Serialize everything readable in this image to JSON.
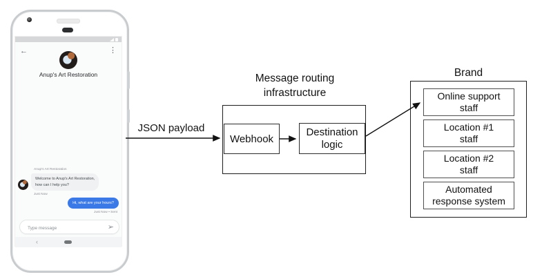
{
  "phone": {
    "status_bar": {
      "icons": [
        "signal-icon",
        "battery-icon"
      ]
    },
    "chat": {
      "header": {
        "title": "Anup's Art Restoration",
        "back_glyph": "←",
        "menu_glyph": "⋮"
      },
      "incoming": {
        "sender": "Anup's Art Restoration",
        "line1": "Welcome to Anup's Art Restoration,",
        "line2": "how can I help you?",
        "timestamp": "Just Now"
      },
      "outgoing": {
        "message": "Hi, what are your hours?",
        "timestamp": "Just Now • Sent"
      },
      "composer": {
        "placeholder": "Type message",
        "send_glyph": "➢"
      },
      "nav": {
        "back_glyph": "‹"
      }
    }
  },
  "diagram": {
    "payload_label": "JSON payload",
    "routing": {
      "title_line1": "Message routing",
      "title_line2": "infrastructure",
      "webhook_label": "Webhook",
      "destination_line1": "Destination",
      "destination_line2": "logic"
    },
    "brand": {
      "title": "Brand",
      "items": [
        {
          "line1": "Online support",
          "line2": "staff"
        },
        {
          "line1": "Location #1",
          "line2": "staff"
        },
        {
          "line1": "Location #2",
          "line2": "staff"
        },
        {
          "line1": "Automated",
          "line2": "response system"
        }
      ]
    }
  },
  "colors": {
    "outgoing_bubble": "#3b79e7",
    "incoming_bubble": "#eff1f2",
    "diagram_line": "#111111",
    "status_bar": "#d6d7d8"
  }
}
